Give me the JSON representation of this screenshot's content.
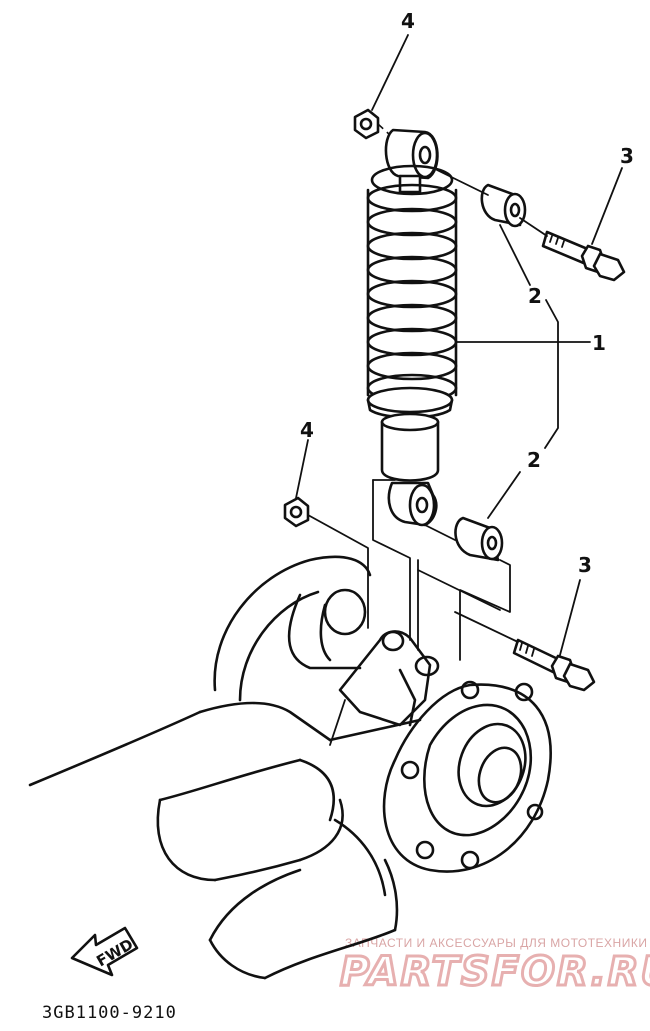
{
  "diagram": {
    "callouts": [
      {
        "id": "c1",
        "label": "1"
      },
      {
        "id": "c2a",
        "label": "2"
      },
      {
        "id": "c2b",
        "label": "2"
      },
      {
        "id": "c3a",
        "label": "3"
      },
      {
        "id": "c3b",
        "label": "3"
      },
      {
        "id": "c4a",
        "label": "4"
      },
      {
        "id": "c4b",
        "label": "4"
      }
    ],
    "fwd_label": "FWD",
    "drawing_code": "3GB1100-9210"
  },
  "watermark": {
    "tagline": "ЗАПЧАСТИ И АКСЕССУАРЫ ДЛЯ МОТОТЕХНИКИ",
    "brand": "PARTSFOR.RU"
  }
}
